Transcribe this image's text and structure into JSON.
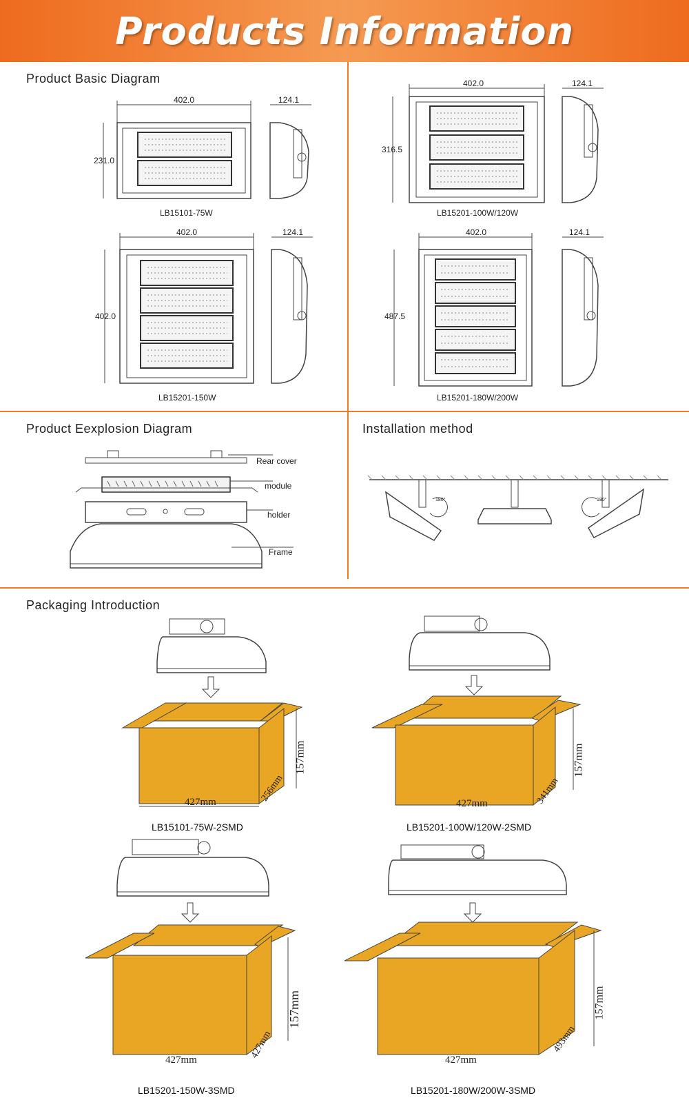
{
  "banner": {
    "title": "Products Information",
    "color": "#ee6b1e"
  },
  "sections": {
    "basic": "Product Basic Diagram",
    "explosion": "Product Eexplosion Diagram",
    "installation": "Installation method",
    "packaging": "Packaging Introduction"
  },
  "diagrams": [
    {
      "model": "LB15101-75W",
      "width": "402.0",
      "depth": "124.1",
      "height": "231.0"
    },
    {
      "model": "LB15201-100W/120W",
      "width": "402.0",
      "depth": "124.1",
      "height": "316.5"
    },
    {
      "model": "LB15201-150W",
      "width": "402.0",
      "depth": "124.1",
      "height": "402.0"
    },
    {
      "model": "LB15201-180W/200W",
      "width": "402.0",
      "depth": "124.1",
      "height": "487.5"
    }
  ],
  "explosion_parts": [
    "Rear cover",
    "module",
    "holder",
    "Frame"
  ],
  "installation_angles": [
    "180°",
    "180°"
  ],
  "packaging": [
    {
      "model": "LB15101-75W-2SMD",
      "length": "427mm",
      "width": "256mm",
      "height": "157mm"
    },
    {
      "model": "LB15201-100W/120W-2SMD",
      "length": "427mm",
      "width": "341mm",
      "height": "157mm"
    },
    {
      "model": "LB15201-150W-3SMD",
      "length": "427mm",
      "width": "427mm",
      "height": "157mm"
    },
    {
      "model": "LB15201-180W/200W-3SMD",
      "length": "427mm",
      "width": "493mm",
      "height": "157mm"
    }
  ],
  "colors": {
    "accent": "#ee7a2e",
    "box": "#e8a624",
    "line": "#444444"
  }
}
